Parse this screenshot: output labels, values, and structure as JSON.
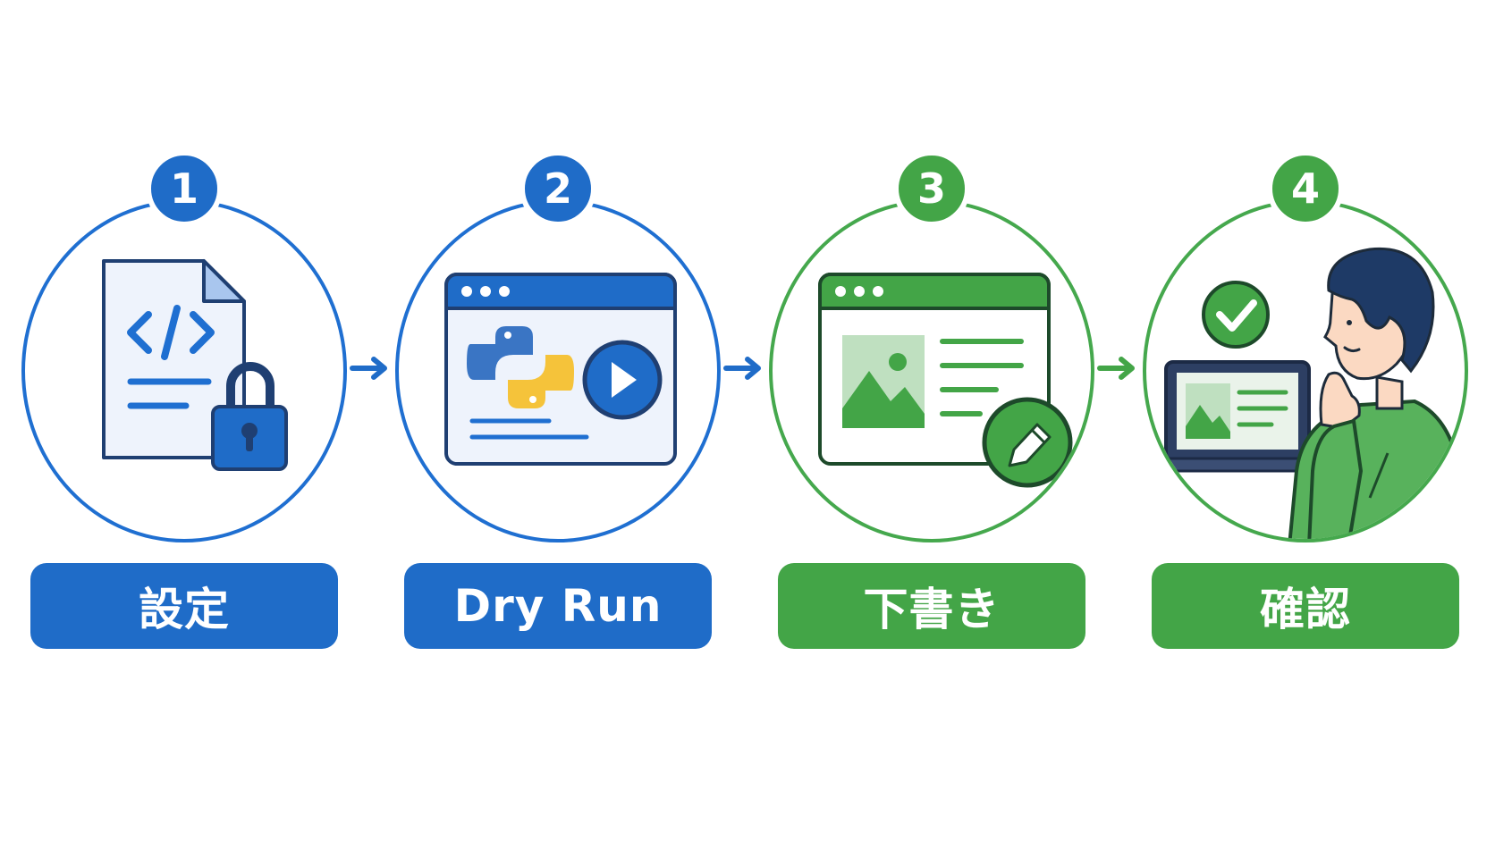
{
  "steps": [
    {
      "number": "1",
      "label": "設定",
      "icon": "code-file-lock-icon",
      "color": "#1f6cc8"
    },
    {
      "number": "2",
      "label": "Dry Run",
      "icon": "python-run-window-icon",
      "color": "#1f6cc8"
    },
    {
      "number": "3",
      "label": "下書き",
      "icon": "draft-edit-window-icon",
      "color": "#43a547"
    },
    {
      "number": "4",
      "label": "確認",
      "icon": "person-review-laptop-icon",
      "color": "#43a547"
    }
  ],
  "arrows": [
    "right-arrow-icon",
    "right-arrow-icon",
    "right-arrow-icon"
  ]
}
